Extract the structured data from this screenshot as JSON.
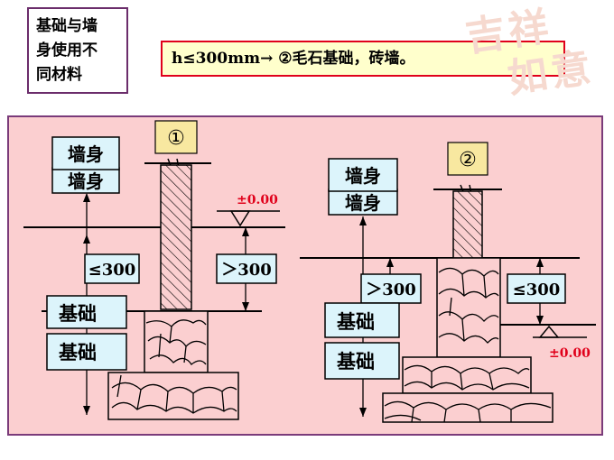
{
  "title": {
    "lines": [
      "基础与墙",
      "身使用不",
      "同材料"
    ]
  },
  "rule": "h≤300mm→ ②毛石基础，砖墙。",
  "decoration": [
    "吉祥",
    "如意"
  ],
  "figure1": {
    "badge": "①",
    "wall_label": "墙身",
    "wall_label_shadow": "墙身",
    "foundation_label_1": "基础",
    "foundation_label_2": "基础",
    "dim_lower": "≤300",
    "dim_upper": "＞300",
    "elevation": "±0.00"
  },
  "figure2": {
    "badge": "②",
    "wall_label": "墙身",
    "wall_label_shadow": "墙身",
    "foundation_label_1": "基础",
    "foundation_label_2": "基础",
    "dim_upper": "＞300",
    "dim_lower": "≤300",
    "elevation": "±0.00"
  },
  "colors": {
    "panel": "#fbcfd0",
    "rule_border": "#e0001a",
    "label_box": "#dcf4fb",
    "elevation_text": "#e0001a"
  }
}
